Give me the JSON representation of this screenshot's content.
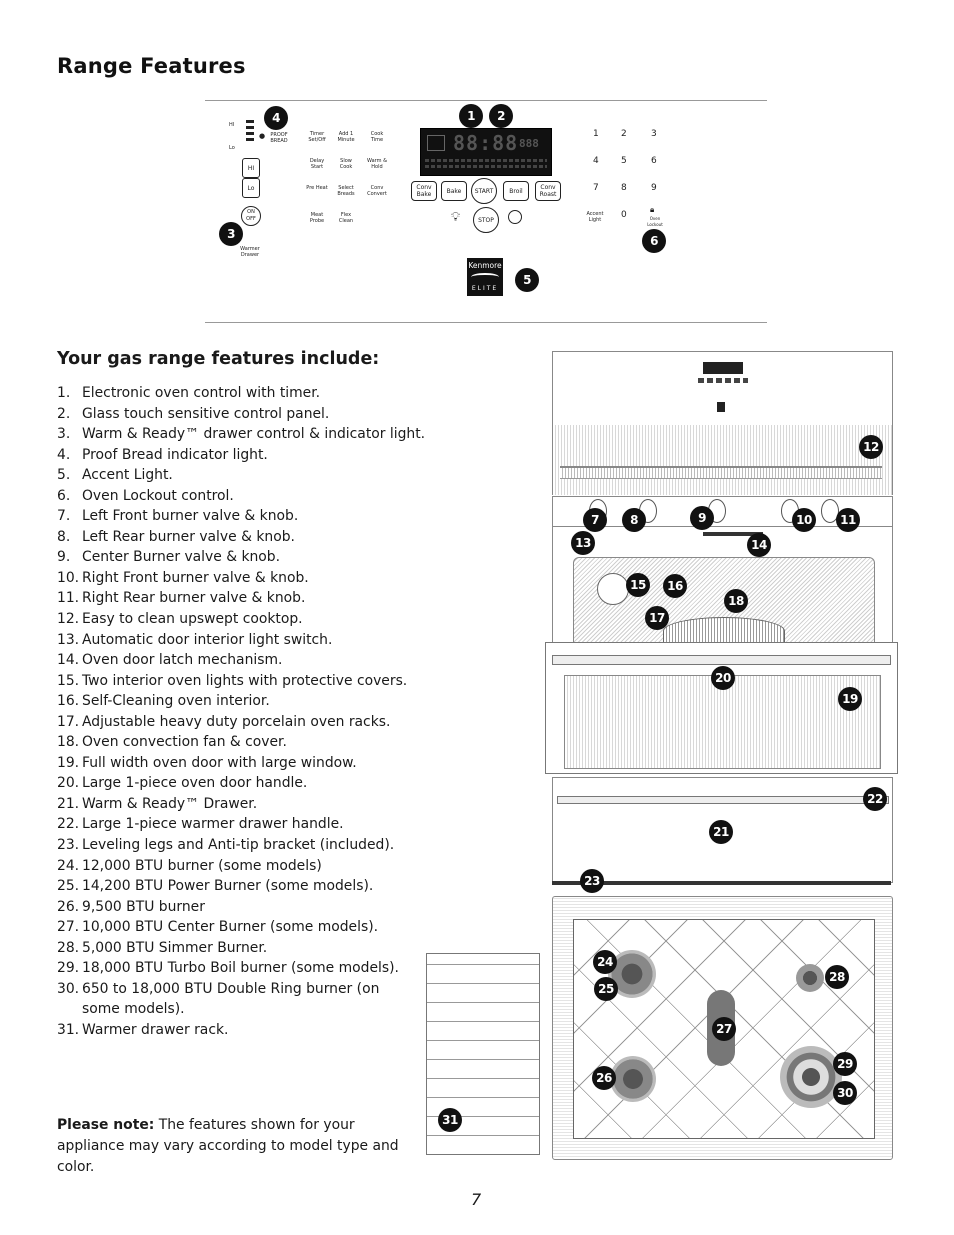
{
  "page": {
    "title": "Range Features",
    "section_heading": "Your gas range features include:",
    "page_number": "7"
  },
  "features": [
    {
      "num": "1.",
      "text": "Electronic oven control with timer."
    },
    {
      "num": "2.",
      "text": "Glass touch sensitive control panel."
    },
    {
      "num": "3.",
      "text": "Warm & Ready™ drawer control & indicator light."
    },
    {
      "num": "4.",
      "text": "Proof Bread indicator light."
    },
    {
      "num": "5.",
      "text": "Accent Light."
    },
    {
      "num": "6.",
      "text": "Oven Lockout control."
    },
    {
      "num": "7.",
      "text": "Left Front burner valve & knob."
    },
    {
      "num": "8.",
      "text": "Left Rear burner valve & knob."
    },
    {
      "num": "9.",
      "text": "Center Burner valve & knob."
    },
    {
      "num": "10.",
      "text": "Right Front burner valve & knob."
    },
    {
      "num": "11.",
      "text": "Right Rear burner valve & knob."
    },
    {
      "num": "12.",
      "text": "Easy to clean upswept cooktop."
    },
    {
      "num": "13.",
      "text": "Automatic door interior light switch."
    },
    {
      "num": "14.",
      "text": "Oven door latch mechanism."
    },
    {
      "num": "15.",
      "text": "Two interior oven lights with protective covers."
    },
    {
      "num": "16.",
      "text": "Self-Cleaning oven interior."
    },
    {
      "num": "17.",
      "text": "Adjustable heavy duty porcelain oven racks."
    },
    {
      "num": "18.",
      "text": "Oven convection fan & cover."
    },
    {
      "num": "19.",
      "text": "Full width oven door with large window."
    },
    {
      "num": "20.",
      "text": "Large 1-piece oven door handle."
    },
    {
      "num": "21.",
      "text": "Warm & Ready™ Drawer."
    },
    {
      "num": "22.",
      "text": "Large 1-piece warmer drawer handle."
    },
    {
      "num": "23.",
      "text": "Leveling legs and Anti-tip bracket (included)."
    },
    {
      "num": "24.",
      "text": "12,000 BTU burner (some models)"
    },
    {
      "num": "25.",
      "text": "14,200 BTU Power Burner (some models)."
    },
    {
      "num": "26.",
      "text": "9,500 BTU burner"
    },
    {
      "num": "27.",
      "text": "10,000 BTU Center Burner (some models)."
    },
    {
      "num": "28.",
      "text": "5,000 BTU Simmer Burner."
    },
    {
      "num": "29.",
      "text": "18,000 BTU Turbo Boil burner (some models)."
    },
    {
      "num": "30.",
      "text": "650 to 18,000 BTU Double Ring burner (on some models)."
    },
    {
      "num": "31.",
      "text": "Warmer drawer rack."
    }
  ],
  "note": {
    "label": "Please note:",
    "text": " The features shown for your appliance may vary according to model type and color."
  },
  "control_panel": {
    "hi": "HI",
    "lo": "Lo",
    "proof_bread": "PROOF BREAD",
    "hi_key": "HI",
    "lo_key": "Lo",
    "on_off": "ON OFF",
    "warmer_drawer": "Warmer Drawer",
    "col1": [
      "Timer Set/Off",
      "Delay Start",
      "Pre Heat",
      "Meat Probe"
    ],
    "col2": [
      "Add 1 Minute",
      "Slow Cook",
      "Select Breads",
      "Flex Clean"
    ],
    "col3": [
      "Cook Time",
      "Warm & Hold",
      "Conv Convert",
      ""
    ],
    "display_digits": "88:88",
    "display_small": "888",
    "mode_buttons": [
      "Conv Bake",
      "Bake",
      "START",
      "Broil",
      "Conv Roast"
    ],
    "stop": "STOP",
    "keypad": [
      "1",
      "2",
      "3",
      "4",
      "5",
      "6",
      "7",
      "8",
      "9",
      "Accent Light",
      "0",
      "Oven Lockout"
    ],
    "brand": "Kenmore",
    "brand_sub": "ELITE"
  },
  "callouts_panel": [
    "1",
    "2",
    "3",
    "4",
    "5",
    "6"
  ],
  "callouts_range": [
    "7",
    "8",
    "9",
    "10",
    "11",
    "12",
    "13",
    "14",
    "15",
    "16",
    "17",
    "18",
    "19",
    "20",
    "21",
    "22",
    "23"
  ],
  "callouts_cooktop": [
    "24",
    "25",
    "26",
    "27",
    "28",
    "29",
    "30"
  ],
  "callouts_rack": [
    "31"
  ]
}
